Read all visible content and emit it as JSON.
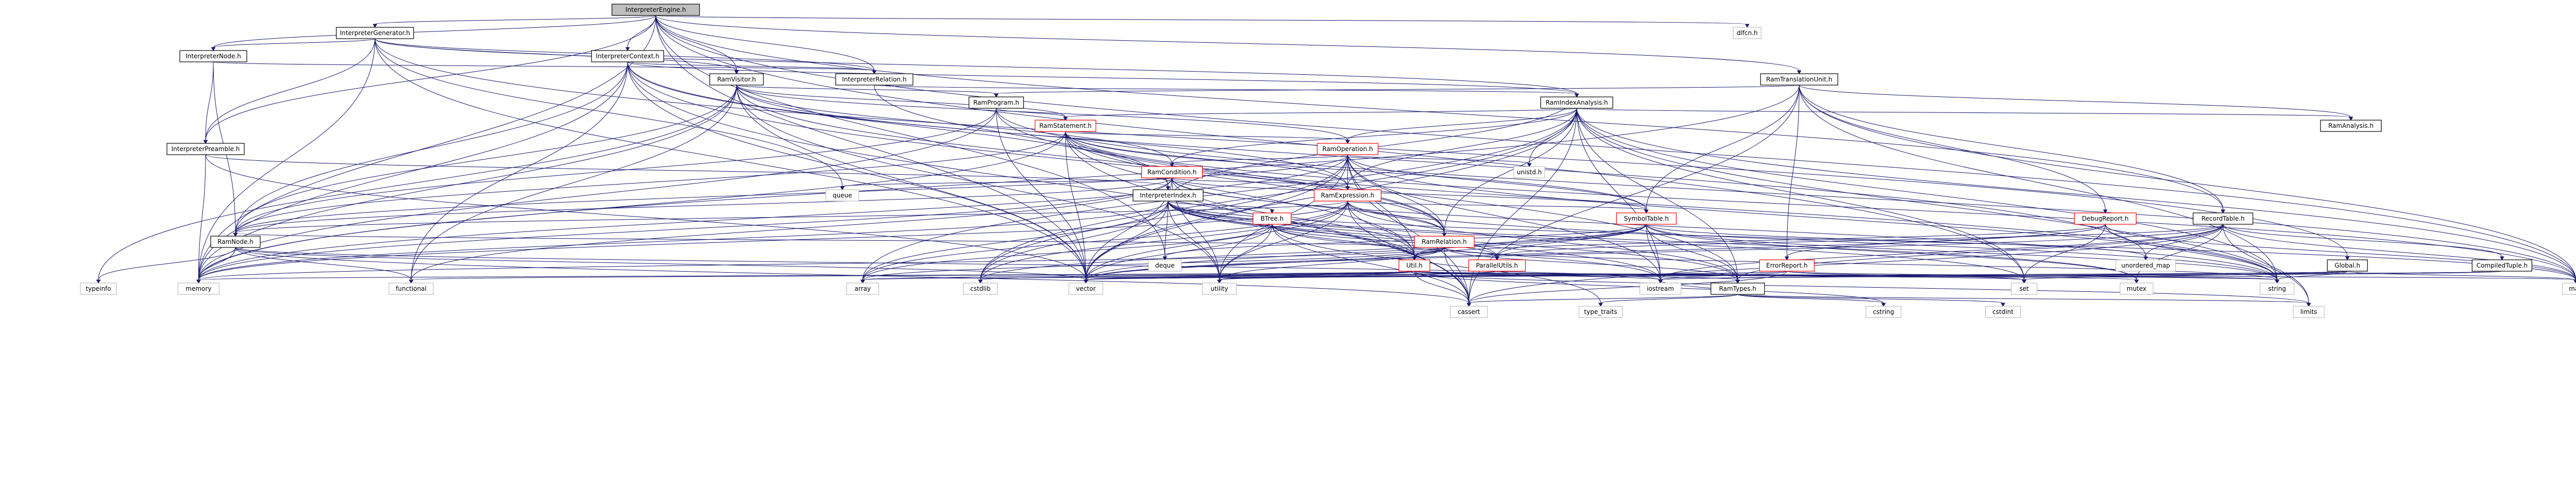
{
  "nodes": [
    {
      "id": "InterpreterEngine",
      "label": "InterpreterEngine.h",
      "style": "root"
    },
    {
      "id": "InterpreterGenerator",
      "label": "InterpreterGenerator.h",
      "style": "white"
    },
    {
      "id": "dlfcn",
      "label": "dlfcn.h",
      "style": "plain"
    },
    {
      "id": "InterpreterContext",
      "label": "InterpreterContext.h",
      "style": "white"
    },
    {
      "id": "InterpreterNode",
      "label": "InterpreterNode.h",
      "style": "white"
    },
    {
      "id": "RamTranslationUnit",
      "label": "RamTranslationUnit.h",
      "style": "white"
    },
    {
      "id": "RamVisitor",
      "label": "RamVisitor.h",
      "style": "white"
    },
    {
      "id": "InterpreterRelation",
      "label": "InterpreterRelation.h",
      "style": "white"
    },
    {
      "id": "RamIndexAnalysis",
      "label": "RamIndexAnalysis.h",
      "style": "white"
    },
    {
      "id": "RamProgram",
      "label": "RamProgram.h",
      "style": "white"
    },
    {
      "id": "RamAnalysis",
      "label": "RamAnalysis.h",
      "style": "white"
    },
    {
      "id": "RamStatement",
      "label": "RamStatement.h",
      "style": "red"
    },
    {
      "id": "InterpreterPreamble",
      "label": "InterpreterPreamble.h",
      "style": "white"
    },
    {
      "id": "RamOperation",
      "label": "RamOperation.h",
      "style": "red"
    },
    {
      "id": "RamCondition",
      "label": "RamCondition.h",
      "style": "red"
    },
    {
      "id": "InterpreterIndex",
      "label": "InterpreterIndex.h",
      "style": "white"
    },
    {
      "id": "RamExpression",
      "label": "RamExpression.h",
      "style": "red"
    },
    {
      "id": "queue",
      "label": "queue",
      "style": "plain"
    },
    {
      "id": "unistd",
      "label": "unistd.h",
      "style": "plain"
    },
    {
      "id": "BTree",
      "label": "BTree.h",
      "style": "red"
    },
    {
      "id": "SymbolTable",
      "label": "SymbolTable.h",
      "style": "red"
    },
    {
      "id": "DebugReport",
      "label": "DebugReport.h",
      "style": "red"
    },
    {
      "id": "RecordTable",
      "label": "RecordTable.h",
      "style": "white"
    },
    {
      "id": "RamRelation",
      "label": "RamRelation.h",
      "style": "red"
    },
    {
      "id": "RamNode",
      "label": "RamNode.h",
      "style": "white"
    },
    {
      "id": "ParallelUtils",
      "label": "ParallelUtils.h",
      "style": "red"
    },
    {
      "id": "Util",
      "label": "Util.h",
      "style": "red"
    },
    {
      "id": "ErrorReport",
      "label": "ErrorReport.h",
      "style": "red"
    },
    {
      "id": "Global",
      "label": "Global.h",
      "style": "white"
    },
    {
      "id": "CompiledTuple",
      "label": "CompiledTuple.h",
      "style": "white"
    },
    {
      "id": "deque",
      "label": "deque",
      "style": "plain"
    },
    {
      "id": "unordered_map",
      "label": "unordered_map",
      "style": "plain"
    },
    {
      "id": "typeinfo",
      "label": "typeinfo",
      "style": "plain"
    },
    {
      "id": "memory",
      "label": "memory",
      "style": "plain"
    },
    {
      "id": "functional",
      "label": "functional",
      "style": "plain"
    },
    {
      "id": "array",
      "label": "array",
      "style": "plain"
    },
    {
      "id": "cstdlib",
      "label": "cstdlib",
      "style": "plain"
    },
    {
      "id": "vector",
      "label": "vector",
      "style": "plain"
    },
    {
      "id": "utility",
      "label": "utility",
      "style": "plain"
    },
    {
      "id": "RamTypes",
      "label": "RamTypes.h",
      "style": "white"
    },
    {
      "id": "set",
      "label": "set",
      "style": "plain"
    },
    {
      "id": "mutex",
      "label": "mutex",
      "style": "plain"
    },
    {
      "id": "string",
      "label": "string",
      "style": "plain"
    },
    {
      "id": "map",
      "label": "map",
      "style": "plain"
    },
    {
      "id": "limits",
      "label": "limits",
      "style": "plain"
    },
    {
      "id": "cassert",
      "label": "cassert",
      "style": "plain"
    },
    {
      "id": "type_traits",
      "label": "type_traits",
      "style": "plain"
    },
    {
      "id": "cstring",
      "label": "cstring",
      "style": "plain"
    },
    {
      "id": "cstdint",
      "label": "cstdint",
      "style": "plain"
    },
    {
      "id": "iostream",
      "label": "iostream",
      "style": "plain"
    }
  ],
  "edges": [
    [
      "InterpreterEngine",
      "InterpreterGenerator"
    ],
    [
      "InterpreterEngine",
      "dlfcn"
    ],
    [
      "InterpreterEngine",
      "InterpreterContext"
    ],
    [
      "InterpreterEngine",
      "InterpreterNode"
    ],
    [
      "InterpreterEngine",
      "RamTranslationUnit"
    ],
    [
      "InterpreterEngine",
      "RamVisitor"
    ],
    [
      "InterpreterEngine",
      "InterpreterRelation"
    ],
    [
      "InterpreterEngine",
      "InterpreterPreamble"
    ],
    [
      "InterpreterEngine",
      "RecordTable"
    ],
    [
      "InterpreterEngine",
      "deque"
    ],
    [
      "InterpreterEngine",
      "memory"
    ],
    [
      "InterpreterEngine",
      "vector"
    ],
    [
      "InterpreterEngine",
      "map"
    ],
    [
      "InterpreterEngine",
      "set"
    ],
    [
      "InterpreterGenerator",
      "InterpreterNode"
    ],
    [
      "InterpreterGenerator",
      "InterpreterRelation"
    ],
    [
      "InterpreterGenerator",
      "RamIndexAnalysis"
    ],
    [
      "InterpreterGenerator",
      "InterpreterPreamble"
    ],
    [
      "InterpreterGenerator",
      "RamVisitor"
    ],
    [
      "InterpreterGenerator",
      "Global"
    ],
    [
      "InterpreterGenerator",
      "queue"
    ],
    [
      "InterpreterGenerator",
      "vector"
    ],
    [
      "InterpreterGenerator",
      "memory"
    ],
    [
      "InterpreterContext",
      "InterpreterRelation"
    ],
    [
      "InterpreterContext",
      "InterpreterIndex"
    ],
    [
      "InterpreterContext",
      "RamIndexAnalysis"
    ],
    [
      "InterpreterContext",
      "RamNode"
    ],
    [
      "InterpreterContext",
      "RamTypes"
    ],
    [
      "InterpreterContext",
      "vector"
    ],
    [
      "InterpreterContext",
      "memory"
    ],
    [
      "InterpreterContext",
      "cassert"
    ],
    [
      "InterpreterContext",
      "functional"
    ],
    [
      "InterpreterContext",
      "unordered_map"
    ],
    [
      "InterpreterNode",
      "InterpreterRelation"
    ],
    [
      "InterpreterNode",
      "InterpreterPreamble"
    ],
    [
      "InterpreterNode",
      "RamNode"
    ],
    [
      "RamTranslationUnit",
      "RamProgram"
    ],
    [
      "RamTranslationUnit",
      "RamAnalysis"
    ],
    [
      "RamTranslationUnit",
      "SymbolTable"
    ],
    [
      "RamTranslationUnit",
      "DebugReport"
    ],
    [
      "RamTranslationUnit",
      "ErrorReport"
    ],
    [
      "RamTranslationUnit",
      "RecordTable"
    ],
    [
      "RamTranslationUnit",
      "map"
    ],
    [
      "RamTranslationUnit",
      "string"
    ],
    [
      "RamTranslationUnit",
      "memory"
    ],
    [
      "RamTranslationUnit",
      "cassert"
    ],
    [
      "RamVisitor",
      "RamProgram"
    ],
    [
      "RamVisitor",
      "RamStatement"
    ],
    [
      "RamVisitor",
      "RamOperation"
    ],
    [
      "RamVisitor",
      "RamCondition"
    ],
    [
      "RamVisitor",
      "RamExpression"
    ],
    [
      "RamVisitor",
      "RamRelation"
    ],
    [
      "RamVisitor",
      "RamNode"
    ],
    [
      "RamVisitor",
      "functional"
    ],
    [
      "RamVisitor",
      "typeinfo"
    ],
    [
      "RamVisitor",
      "vector"
    ],
    [
      "RamVisitor",
      "memory"
    ],
    [
      "RamVisitor",
      "utility"
    ],
    [
      "InterpreterRelation",
      "InterpreterIndex"
    ],
    [
      "InterpreterRelation",
      "RamIndexAnalysis"
    ],
    [
      "RamIndexAnalysis",
      "RamAnalysis"
    ],
    [
      "RamIndexAnalysis",
      "RamStatement"
    ],
    [
      "RamIndexAnalysis",
      "RamOperation"
    ],
    [
      "RamIndexAnalysis",
      "RamRelation"
    ],
    [
      "RamIndexAnalysis",
      "RamCondition"
    ],
    [
      "RamIndexAnalysis",
      "RamExpression"
    ],
    [
      "RamIndexAnalysis",
      "RamTypes"
    ],
    [
      "RamIndexAnalysis",
      "unistd"
    ],
    [
      "RamIndexAnalysis",
      "map"
    ],
    [
      "RamIndexAnalysis",
      "set"
    ],
    [
      "RamIndexAnalysis",
      "string"
    ],
    [
      "RamIndexAnalysis",
      "vector"
    ],
    [
      "RamIndexAnalysis",
      "cassert"
    ],
    [
      "RamIndexAnalysis",
      "iostream"
    ],
    [
      "RamIndexAnalysis",
      "limits"
    ],
    [
      "RamIndexAnalysis",
      "array"
    ],
    [
      "RamIndexAnalysis",
      "cstdlib"
    ],
    [
      "RamProgram",
      "RamStatement"
    ],
    [
      "RamProgram",
      "RamRelation"
    ],
    [
      "RamProgram",
      "RamNode"
    ],
    [
      "RamProgram",
      "map"
    ],
    [
      "RamProgram",
      "memory"
    ],
    [
      "RamProgram",
      "vector"
    ],
    [
      "RamStatement",
      "RamOperation"
    ],
    [
      "RamStatement",
      "RamRelation"
    ],
    [
      "RamStatement",
      "RamNode"
    ],
    [
      "RamStatement",
      "RamExpression"
    ],
    [
      "RamStatement",
      "SymbolTable"
    ],
    [
      "RamStatement",
      "Util"
    ],
    [
      "RamStatement",
      "vector"
    ],
    [
      "RamStatement",
      "memory"
    ],
    [
      "RamStatement",
      "string"
    ],
    [
      "RamStatement",
      "map"
    ],
    [
      "RamStatement",
      "cassert"
    ],
    [
      "InterpreterPreamble",
      "InterpreterIndex"
    ],
    [
      "InterpreterPreamble",
      "memory"
    ],
    [
      "InterpreterPreamble",
      "vector"
    ],
    [
      "RamOperation",
      "RamCondition"
    ],
    [
      "RamOperation",
      "RamExpression"
    ],
    [
      "RamOperation",
      "RamRelation"
    ],
    [
      "RamOperation",
      "RamNode"
    ],
    [
      "RamOperation",
      "Util"
    ],
    [
      "RamOperation",
      "unistd"
    ],
    [
      "RamOperation",
      "vector"
    ],
    [
      "RamOperation",
      "memory"
    ],
    [
      "RamOperation",
      "string"
    ],
    [
      "RamOperation",
      "cassert"
    ],
    [
      "RamOperation",
      "iostream"
    ],
    [
      "RamOperation",
      "cstdlib"
    ],
    [
      "RamOperation",
      "utility"
    ],
    [
      "RamOperation",
      "SymbolTable"
    ],
    [
      "RamCondition",
      "RamExpression"
    ],
    [
      "RamCondition",
      "RamRelation"
    ],
    [
      "RamCondition",
      "RamNode"
    ],
    [
      "RamCondition",
      "SymbolTable"
    ],
    [
      "RamCondition",
      "Util"
    ],
    [
      "RamCondition",
      "queue"
    ],
    [
      "RamCondition",
      "vector"
    ],
    [
      "RamCondition",
      "memory"
    ],
    [
      "RamCondition",
      "string"
    ],
    [
      "RamCondition",
      "functional"
    ],
    [
      "RamCondition",
      "utility"
    ],
    [
      "InterpreterIndex",
      "BTree"
    ],
    [
      "InterpreterIndex",
      "RamIndexAnalysis"
    ],
    [
      "InterpreterIndex",
      "RamTypes"
    ],
    [
      "InterpreterIndex",
      "ParallelUtils"
    ],
    [
      "InterpreterIndex",
      "Util"
    ],
    [
      "InterpreterIndex",
      "deque"
    ],
    [
      "InterpreterIndex",
      "map"
    ],
    [
      "InterpreterIndex",
      "array"
    ],
    [
      "InterpreterIndex",
      "vector"
    ],
    [
      "InterpreterIndex",
      "memory"
    ],
    [
      "InterpreterIndex",
      "utility"
    ],
    [
      "InterpreterIndex",
      "cstdlib"
    ],
    [
      "InterpreterIndex",
      "mutex"
    ],
    [
      "InterpreterIndex",
      "set"
    ],
    [
      "InterpreterIndex",
      "iostream"
    ],
    [
      "RamExpression",
      "RamNode"
    ],
    [
      "RamExpression",
      "RamRelation"
    ],
    [
      "RamExpression",
      "SymbolTable"
    ],
    [
      "RamExpression",
      "Util"
    ],
    [
      "RamExpression",
      "RamTypes"
    ],
    [
      "RamExpression",
      "array"
    ],
    [
      "RamExpression",
      "vector"
    ],
    [
      "RamExpression",
      "memory"
    ],
    [
      "RamExpression",
      "string"
    ],
    [
      "RamExpression",
      "utility"
    ],
    [
      "RamExpression",
      "cstdlib"
    ],
    [
      "RamExpression",
      "cassert"
    ],
    [
      "BTree",
      "ParallelUtils"
    ],
    [
      "BTree",
      "Util"
    ],
    [
      "BTree",
      "cassert"
    ],
    [
      "BTree",
      "vector"
    ],
    [
      "BTree",
      "iostream"
    ],
    [
      "BTree",
      "type_traits"
    ],
    [
      "BTree",
      "utility"
    ],
    [
      "BTree",
      "array"
    ],
    [
      "SymbolTable",
      "ParallelUtils"
    ],
    [
      "SymbolTable",
      "RamTypes"
    ],
    [
      "SymbolTable",
      "Util"
    ],
    [
      "SymbolTable",
      "deque"
    ],
    [
      "SymbolTable",
      "unordered_map"
    ],
    [
      "SymbolTable",
      "vector"
    ],
    [
      "SymbolTable",
      "string"
    ],
    [
      "SymbolTable",
      "mutex"
    ],
    [
      "SymbolTable",
      "iostream"
    ],
    [
      "SymbolTable",
      "cstdlib"
    ],
    [
      "DebugReport",
      "Util"
    ],
    [
      "DebugReport",
      "ErrorReport"
    ],
    [
      "DebugReport",
      "string"
    ],
    [
      "DebugReport",
      "vector"
    ],
    [
      "DebugReport",
      "set"
    ],
    [
      "DebugReport",
      "map"
    ],
    [
      "RecordTable",
      "CompiledTuple"
    ],
    [
      "RecordTable",
      "RamTypes"
    ],
    [
      "RecordTable",
      "ParallelUtils"
    ],
    [
      "RecordTable",
      "map"
    ],
    [
      "RecordTable",
      "unordered_map"
    ],
    [
      "RecordTable",
      "vector"
    ],
    [
      "RecordTable",
      "cassert"
    ],
    [
      "RecordTable",
      "limits"
    ],
    [
      "RecordTable",
      "iostream"
    ],
    [
      "RecordTable",
      "mutex"
    ],
    [
      "RamRelation",
      "RamNode"
    ],
    [
      "RamRelation",
      "RamTypes"
    ],
    [
      "RamRelation",
      "ParallelUtils"
    ],
    [
      "RamRelation",
      "Util"
    ],
    [
      "RamRelation",
      "string"
    ],
    [
      "RamRelation",
      "utility"
    ],
    [
      "RamRelation",
      "memory"
    ],
    [
      "RamRelation",
      "vector"
    ],
    [
      "RamRelation",
      "cassert"
    ],
    [
      "RamRelation",
      "array"
    ],
    [
      "RamNode",
      "functional"
    ],
    [
      "RamNode",
      "memory"
    ],
    [
      "RamNode",
      "typeinfo"
    ],
    [
      "RamNode",
      "vector"
    ],
    [
      "RamNode",
      "iostream"
    ],
    [
      "RamNode",
      "cassert"
    ],
    [
      "ParallelUtils",
      "vector"
    ],
    [
      "ParallelUtils",
      "utility"
    ],
    [
      "Util",
      "RamTypes"
    ],
    [
      "Util",
      "memory"
    ],
    [
      "Util",
      "functional"
    ],
    [
      "Util",
      "array"
    ],
    [
      "Util",
      "cstdlib"
    ],
    [
      "Util",
      "vector"
    ],
    [
      "Util",
      "utility"
    ],
    [
      "Util",
      "set"
    ],
    [
      "Util",
      "mutex"
    ],
    [
      "Util",
      "string"
    ],
    [
      "Util",
      "map"
    ],
    [
      "Util",
      "limits"
    ],
    [
      "Util",
      "cassert"
    ],
    [
      "Util",
      "iostream"
    ],
    [
      "Util",
      "cstring"
    ],
    [
      "ErrorReport",
      "cassert"
    ],
    [
      "ErrorReport",
      "set"
    ],
    [
      "ErrorReport",
      "iostream"
    ],
    [
      "ErrorReport",
      "string"
    ],
    [
      "ErrorReport",
      "vector"
    ],
    [
      "ErrorReport",
      "utility"
    ],
    [
      "Global",
      "map"
    ],
    [
      "Global",
      "string"
    ],
    [
      "Global",
      "vector"
    ],
    [
      "Global",
      "set"
    ],
    [
      "Global",
      "iostream"
    ],
    [
      "CompiledTuple",
      "iostream"
    ],
    [
      "CompiledTuple",
      "array"
    ],
    [
      "RamTypes",
      "cstdint"
    ],
    [
      "RamTypes",
      "cstring"
    ],
    [
      "RamTypes",
      "type_traits"
    ],
    [
      "RamTypes",
      "iostream"
    ],
    [
      "RamTypes",
      "limits"
    ],
    [
      "RamTypes",
      "cassert"
    ]
  ]
}
